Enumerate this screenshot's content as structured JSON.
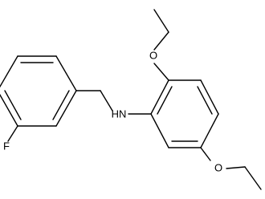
{
  "molecule": {
    "atoms": [
      {
        "id": "O_top",
        "label": "O"
      },
      {
        "id": "O_bottom",
        "label": "O"
      },
      {
        "id": "N",
        "label": "HN"
      },
      {
        "id": "F",
        "label": "F"
      }
    ],
    "colors": {
      "bond": "#000000",
      "label": "#000000",
      "background": "#ffffff"
    }
  }
}
